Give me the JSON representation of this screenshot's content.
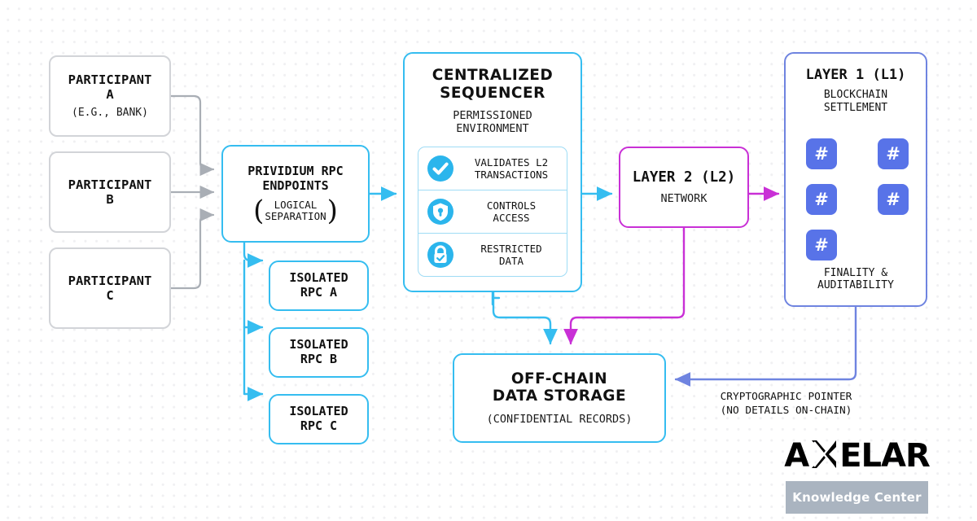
{
  "colors": {
    "cyan": "#35bdf0",
    "magenta": "#c930d6",
    "periwinkle": "#6f84e0",
    "grey_arrow": "#a9aeb5",
    "hash_block": "#5873e8",
    "badge_grey": "#aab4c0"
  },
  "participants": [
    {
      "name": "PARTICIPANT",
      "letter": "A",
      "note": "(E.G., BANK)"
    },
    {
      "name": "PARTICIPANT",
      "letter": "B",
      "note": ""
    },
    {
      "name": "PARTICIPANT",
      "letter": "C",
      "note": ""
    }
  ],
  "rpc_endpoints": {
    "title_line1": "PRIVIDIUM RPC",
    "title_line2": "ENDPOINTS",
    "paren_line1": "LOGICAL",
    "paren_line2": "SEPARATION",
    "paren_open": "(",
    "paren_close": ")"
  },
  "isolated_rpcs": [
    {
      "line1": "ISOLATED",
      "line2": "RPC A"
    },
    {
      "line1": "ISOLATED",
      "line2": "RPC B"
    },
    {
      "line1": "ISOLATED",
      "line2": "RPC C"
    }
  ],
  "sequencer": {
    "title_line1": "CENTRALIZED",
    "title_line2": "SEQUENCER",
    "subtitle_line1": "PERMISSIONED",
    "subtitle_line2": "ENVIRONMENT",
    "features": [
      {
        "icon": "check-circle-icon",
        "line1": "VALIDATES L2",
        "line2": "TRANSACTIONS"
      },
      {
        "icon": "shield-key-icon",
        "line1": "CONTROLS",
        "line2": "ACCESS"
      },
      {
        "icon": "padlock-check-icon",
        "line1": "RESTRICTED",
        "line2": "DATA"
      }
    ]
  },
  "layer2": {
    "title": "LAYER 2 (L2)",
    "subtitle": "NETWORK"
  },
  "layer1": {
    "title": "LAYER 1 (L1)",
    "subtitle_line1": "BLOCKCHAIN",
    "subtitle_line2": "SETTLEMENT",
    "footer_line1": "FINALITY &",
    "footer_line2": "AUDITABILITY",
    "blocks": [
      "#",
      "#",
      "#",
      "#",
      "#"
    ]
  },
  "offchain": {
    "title_line1": "OFF-CHAIN",
    "title_line2": "DATA STORAGE",
    "subtitle": "(CONFIDENTIAL RECORDS)"
  },
  "pointer_note": {
    "line1": "CRYPTOGRAPHIC POINTER",
    "line2": "(NO DETAILS ON-CHAIN)"
  },
  "branding": {
    "logo_part1": "A",
    "logo_part2": "ELAR",
    "badge": "Knowledge Center"
  }
}
